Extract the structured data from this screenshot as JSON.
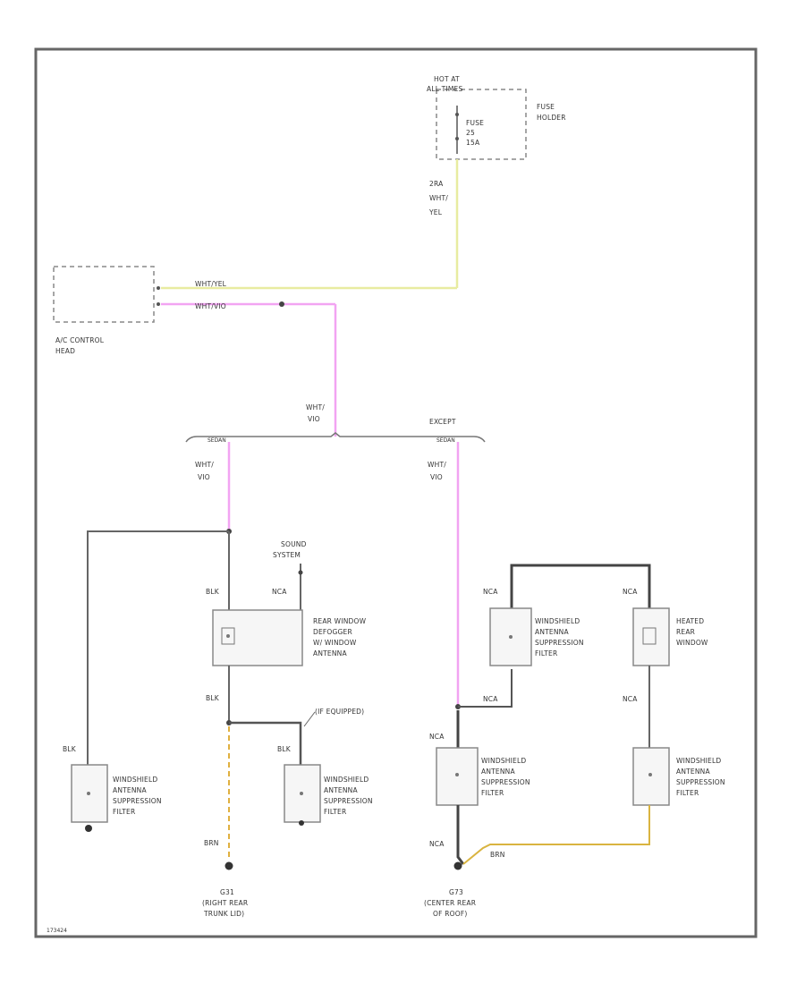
{
  "colors": {
    "frame": "#666666",
    "wire_default": "#555555",
    "wire_wht_yel": "#e8eca0",
    "wire_wht_vio": "#f2a4f2",
    "wire_brn": "#d9b440",
    "wire_ground_dashed": "#e0b040",
    "component_fill": "#f6f6f6",
    "dashed_box": "#888888"
  },
  "labels": {
    "hot_at": "HOT AT",
    "all_times": "ALL TIMES",
    "fuse_holder_1": "FUSE",
    "fuse_holder_2": "HOLDER",
    "fuse_1": "FUSE",
    "fuse_2": "25",
    "fuse_3": "15A",
    "wire_top_1": "2RA",
    "wire_top_2": "WHT/",
    "wire_top_3": "YEL",
    "ac_wire_yel": "WHT/YEL",
    "ac_wire_vio": "WHT/VIO",
    "ac_head_1": "A/C CONTROL",
    "ac_head_2": "HEAD",
    "split_vio_1": "WHT/",
    "split_vio_2": "VIO",
    "sedan_label": "SEDAN",
    "except_1": "EXCEPT",
    "except_2": "SEDAN",
    "left_wht_1": "WHT/",
    "left_wht_2": "VIO",
    "right_wht_1": "WHT/",
    "right_wht_2": "VIO",
    "sound_1": "SOUND",
    "sound_2": "SYSTEM",
    "nca_sound": "NCA",
    "blk_upper": "BLK",
    "rear_defog_1": "REAR WINDOW",
    "rear_defog_2": "DEFOGGER",
    "rear_defog_3": "W/ WINDOW",
    "rear_defog_4": "ANTENNA",
    "blk_lower": "BLK",
    "if_equipped": "(IF EQUIPPED)",
    "blk_left": "BLK",
    "blk_mid": "BLK",
    "filter_left_1": "WINDSHIELD",
    "filter_left_2": "ANTENNA",
    "filter_left_3": "SUPPRESSION",
    "filter_left_4": "FILTER",
    "filter_mid_1": "WINDSHIELD",
    "filter_mid_2": "ANTENNA",
    "filter_mid_3": "SUPPRESSION",
    "filter_mid_4": "FILTER",
    "brn_left": "BRN",
    "g_left_1": "G31",
    "g_left_2": "(RIGHT REAR",
    "g_left_3": "TRUNK LID)",
    "nca_ws_top": "NCA",
    "ws_top_1": "WINDSHIELD",
    "ws_top_2": "ANTENNA",
    "ws_top_3": "SUPPRESSION",
    "ws_top_4": "FILTER",
    "nca_heat_top": "NCA",
    "heat_1": "HEATED",
    "heat_2": "REAR",
    "heat_3": "WINDOW",
    "nca_ws_bottom": "NCA",
    "nca_heat_bottom": "NCA",
    "nca_mid_left": "NCA",
    "ws_low_1": "WINDSHIELD",
    "ws_low_2": "ANTENNA",
    "ws_low_3": "SUPPRESSION",
    "ws_low_4": "FILTER",
    "ws_low_r_1": "WINDSHIELD",
    "ws_low_r_2": "ANTENNA",
    "ws_low_r_3": "SUPPRESSION",
    "ws_low_r_4": "FILTER",
    "nca_low_left": "NCA",
    "brn_right": "BRN",
    "g_right_1": "G73",
    "g_right_2": "(CENTER REAR",
    "g_right_3": "OF ROOF)",
    "figure_code": "173424"
  }
}
